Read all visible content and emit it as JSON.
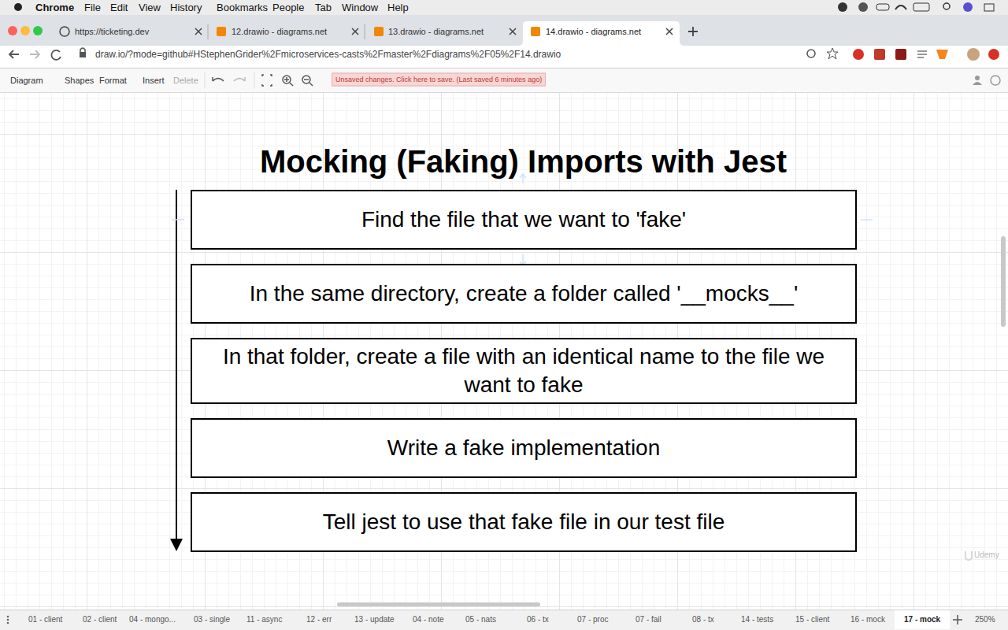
{
  "diagram": {
    "title": "Mocking (Faking) Imports with Jest",
    "nodes": [
      {
        "text": [
          "Find the file that we want to 'fake'"
        ]
      },
      {
        "text": [
          "In the same directory, create a folder called '__mocks__'"
        ]
      },
      {
        "text": [
          "In that folder, create a file with an identical name to the file we want to fake"
        ]
      },
      {
        "text": [
          "Write a fake implementation"
        ]
      },
      {
        "text": [
          "Tell jest to use that fake file in our test file"
        ]
      }
    ],
    "labels": [
      "Chrome",
      "File",
      "Edit",
      "View",
      "History",
      "Bookmarks",
      "People",
      "Tab",
      "Window",
      "Help",
      "https://ticketing.dev",
      "12.drawio - diagrams.net",
      "13.drawio - diagrams.net",
      "14.drawio - diagrams.net",
      "draw.io/?mode=github#HStephenGrider%2Fmicroservices-casts%2Fmaster%2Fdiagrams%2F05%2F14.drawio",
      "Diagram",
      "Shapes",
      "Format",
      "Insert",
      "Delete",
      "Unsaved changes. Click here to save. (Last saved 6 minutes ago)",
      "01 - client",
      "02 - client",
      "04 - mongo...",
      "03 - single",
      "11 - async",
      "12 - err",
      "13 - update",
      "04 - note",
      "05 - nats",
      "06 - tx",
      "07 - proc",
      "07 - fail",
      "08 - tx",
      "14 - tests",
      "15 - client",
      "16 - mock",
      "17 - mock",
      "250%",
      "Udemy"
    ]
  }
}
